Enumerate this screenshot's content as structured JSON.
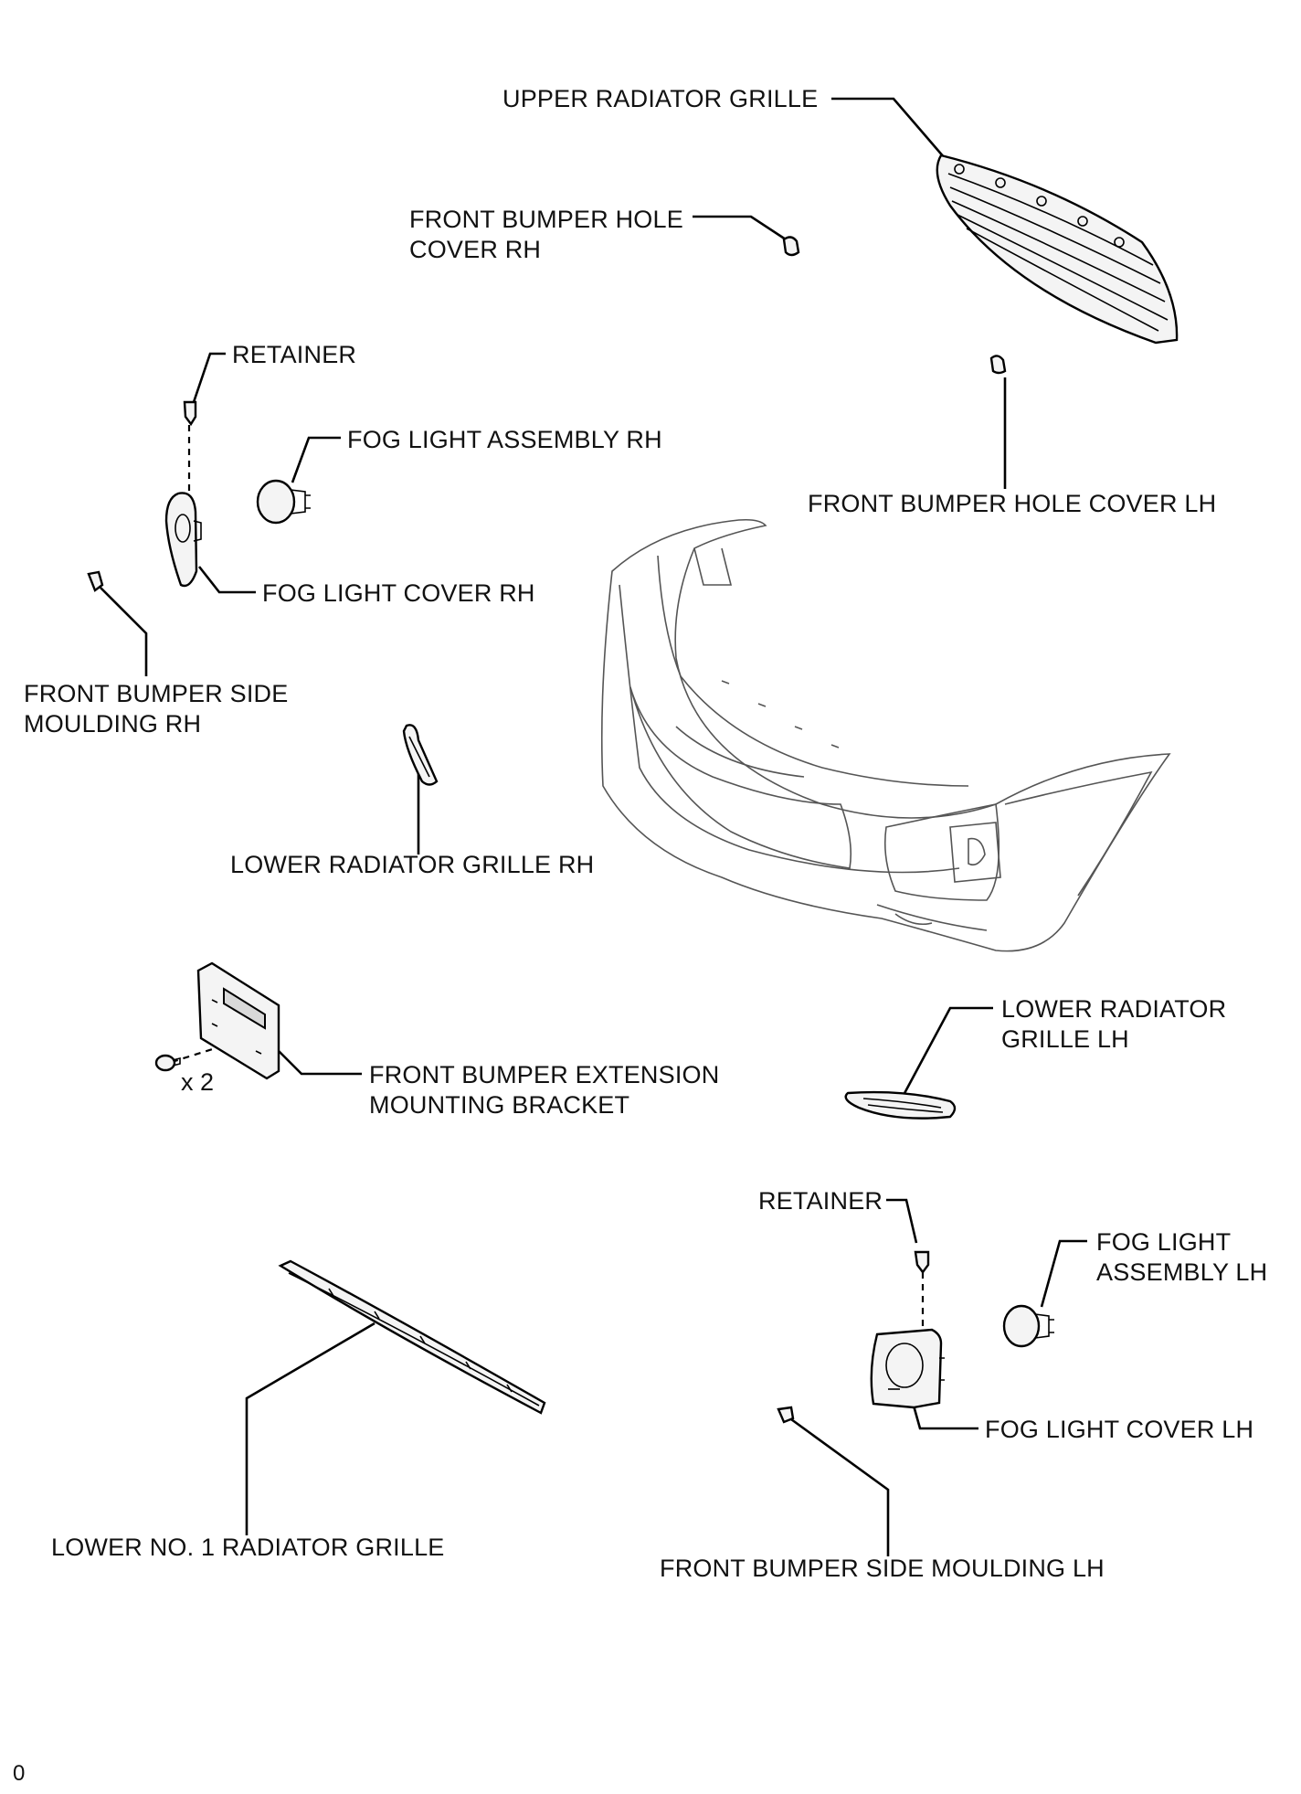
{
  "labels": {
    "upper_radiator_grille": "UPPER RADIATOR GRILLE",
    "front_bumper_hole_cover_rh": "FRONT BUMPER HOLE\nCOVER RH",
    "retainer_rh": "RETAINER",
    "fog_light_assembly_rh": "FOG LIGHT ASSEMBLY RH",
    "front_bumper_hole_cover_lh": "FRONT BUMPER HOLE COVER LH",
    "fog_light_cover_rh": "FOG LIGHT COVER RH",
    "front_bumper_side_moulding_rh": "FRONT BUMPER SIDE\nMOULDING RH",
    "lower_radiator_grille_rh": "LOWER RADIATOR GRILLE RH",
    "lower_radiator_grille_lh": "LOWER RADIATOR\nGRILLE LH",
    "front_bumper_extension_mounting_bracket": "FRONT BUMPER EXTENSION\nMOUNTING BRACKET",
    "retainer_lh": "RETAINER",
    "fog_light_assembly_lh": "FOG LIGHT\nASSEMBLY LH",
    "fog_light_cover_lh": "FOG LIGHT COVER LH",
    "lower_no1_radiator_grille": "LOWER NO. 1 RADIATOR GRILLE",
    "front_bumper_side_moulding_lh": "FRONT BUMPER SIDE MOULDING LH"
  },
  "quantity_note": "x 2",
  "figure_code": "0"
}
